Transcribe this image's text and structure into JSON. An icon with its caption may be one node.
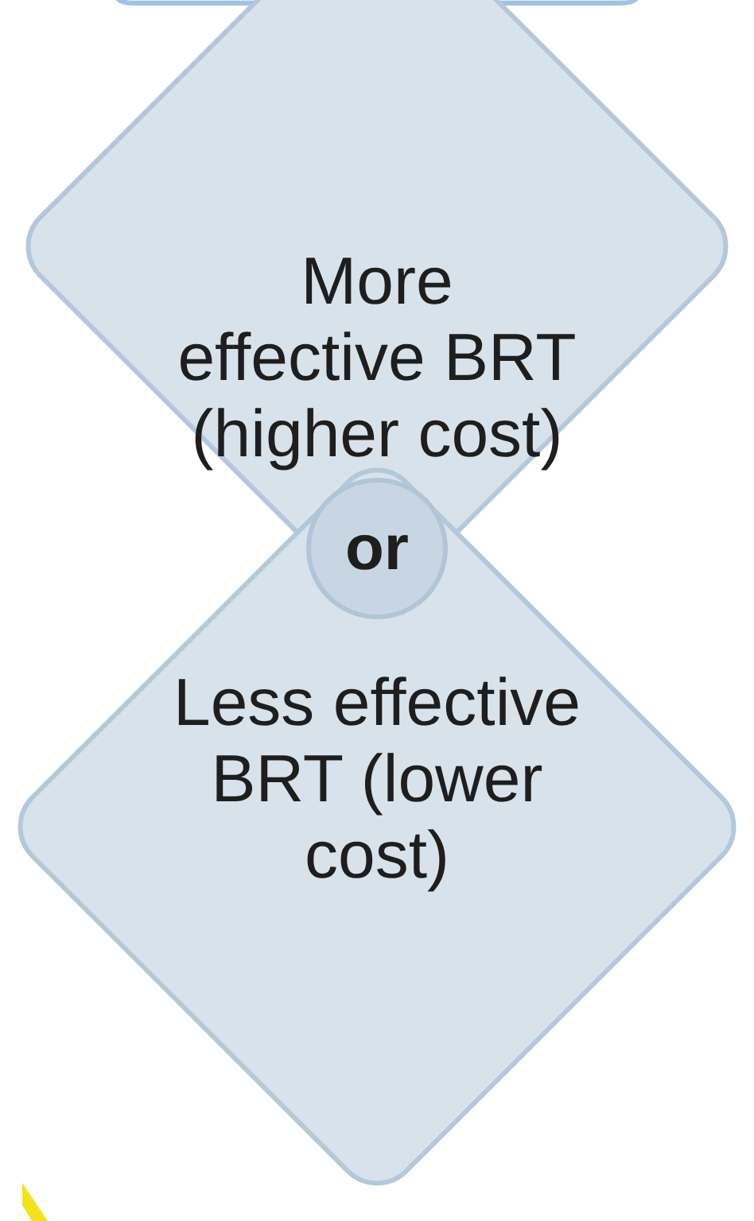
{
  "diagram": {
    "nodes": [
      {
        "text": [
          "More effective BRT (higher cost)"
        ]
      },
      {
        "text": [
          "or"
        ]
      },
      {
        "text": [
          "Less effective BRT (lower cost)"
        ]
      }
    ]
  }
}
